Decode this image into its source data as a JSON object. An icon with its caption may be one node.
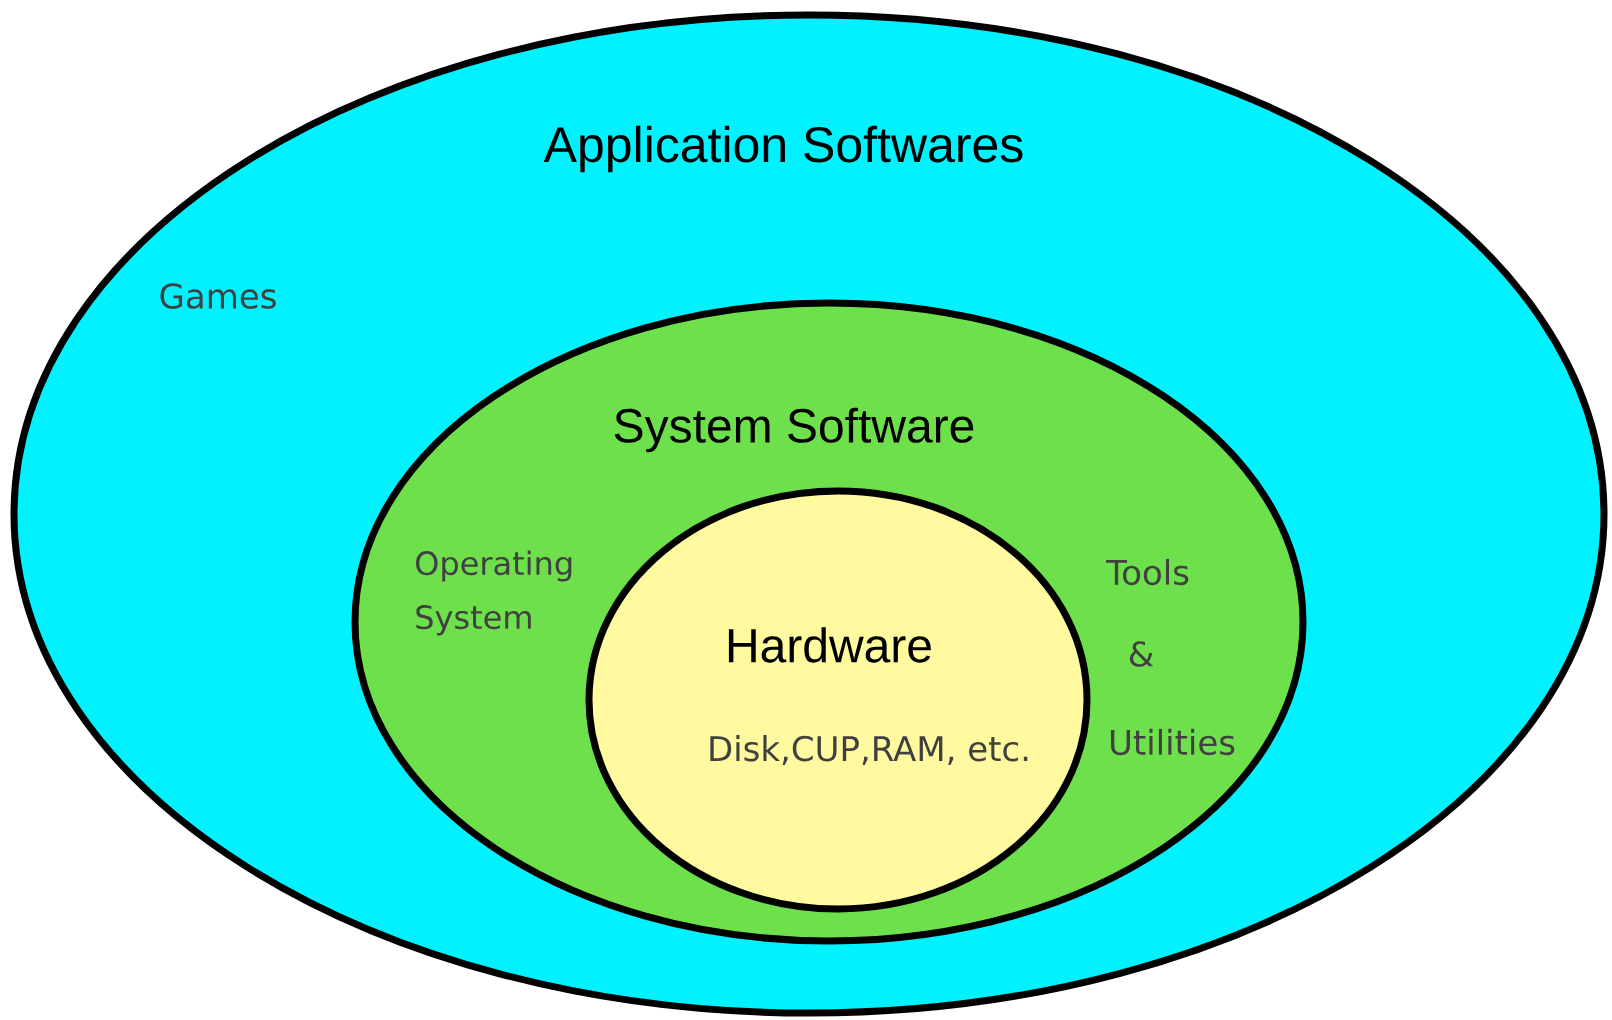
{
  "diagram": {
    "nodes": [
      {
        "text": [
          "Application Softwares",
          "Games"
        ]
      },
      {
        "text": [
          "System Software",
          "Operating System",
          "Tools",
          "&",
          "Utilities"
        ],
        "in": 0
      },
      {
        "text": [
          "Hardware",
          "Disk,CUP,RAM, etc."
        ],
        "in": 1
      }
    ]
  }
}
